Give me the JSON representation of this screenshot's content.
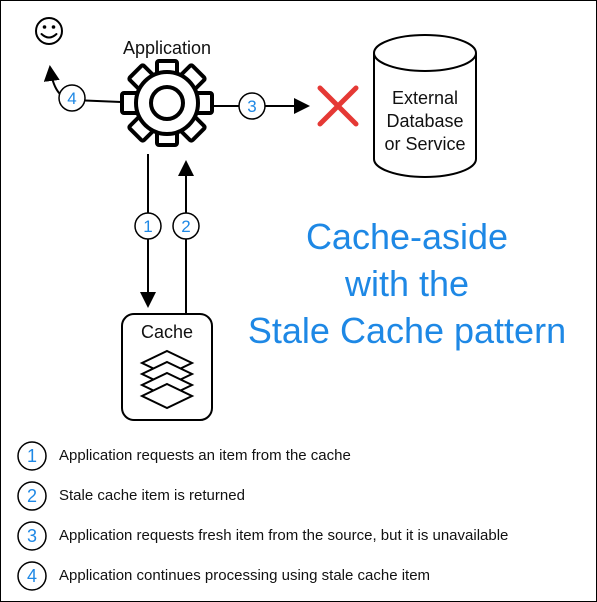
{
  "diagram": {
    "application_label": "Application",
    "cache_label": "Cache",
    "database_label_lines": [
      "External",
      "Database",
      "or Service"
    ],
    "smiley_icon": "smiley-face-icon",
    "failure_icon": "red-x-icon",
    "title_lines": [
      "Cache-aside",
      "with the",
      "Stale Cache pattern"
    ]
  },
  "steps": {
    "s1": "1",
    "s2": "2",
    "s3": "3",
    "s4": "4"
  },
  "legend": {
    "items": [
      {
        "number": "1",
        "text": "Application requests an item from the cache"
      },
      {
        "number": "2",
        "text": "Stale cache item is returned"
      },
      {
        "number": "3",
        "text": "Application requests fresh item from the source, but it is unavailable"
      },
      {
        "number": "4",
        "text": "Application continues processing using stale cache item"
      }
    ]
  },
  "colors": {
    "accent_blue": "#1e88e5",
    "error_red": "#e53935",
    "stroke": "#000000"
  }
}
